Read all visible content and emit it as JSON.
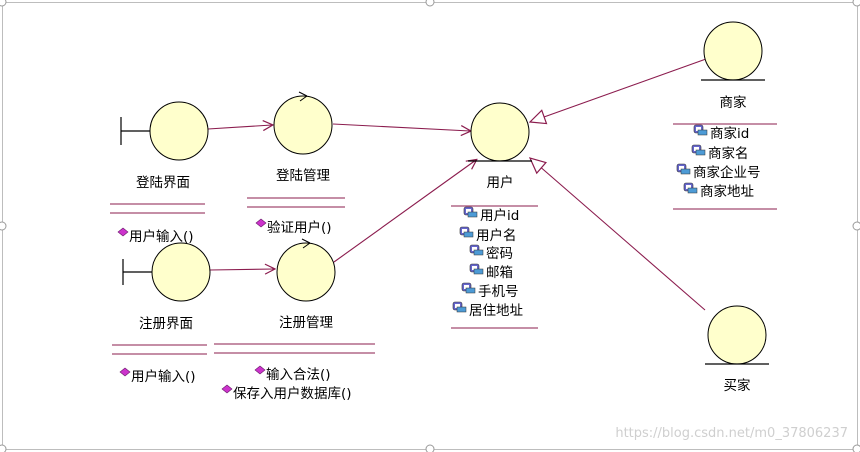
{
  "diagram": {
    "boundaries": [
      {
        "key": "login_ui",
        "name": "登陆界面",
        "operations": [
          "用户输入()"
        ]
      },
      {
        "key": "register_ui",
        "name": "注册界面",
        "operations": [
          "用户输入()"
        ]
      }
    ],
    "controls": [
      {
        "key": "login_mgr",
        "name": "登陆管理",
        "operations": [
          "验证用户()"
        ]
      },
      {
        "key": "register_mgr",
        "name": "注册管理",
        "operations": [
          "输入合法()",
          "保存入用户数据库()"
        ]
      }
    ],
    "entities": [
      {
        "key": "user",
        "name": "用户",
        "attributes": [
          "用户id",
          "用户名",
          "密码",
          "邮箱",
          "手机号",
          "居住地址"
        ]
      },
      {
        "key": "merchant",
        "name": "商家",
        "attributes": [
          "商家id",
          "商家名",
          "商家企业号",
          "商家地址"
        ]
      },
      {
        "key": "buyer",
        "name": "买家",
        "attributes": []
      }
    ],
    "colors": {
      "fill": "#ffffcc",
      "stroke": "#000000",
      "link": "#8b1c4e",
      "operation_icon": "#cc33cc",
      "attribute_icon": "#6666cc"
    }
  },
  "watermark": "https://blog.csdn.net/m0_37806237"
}
